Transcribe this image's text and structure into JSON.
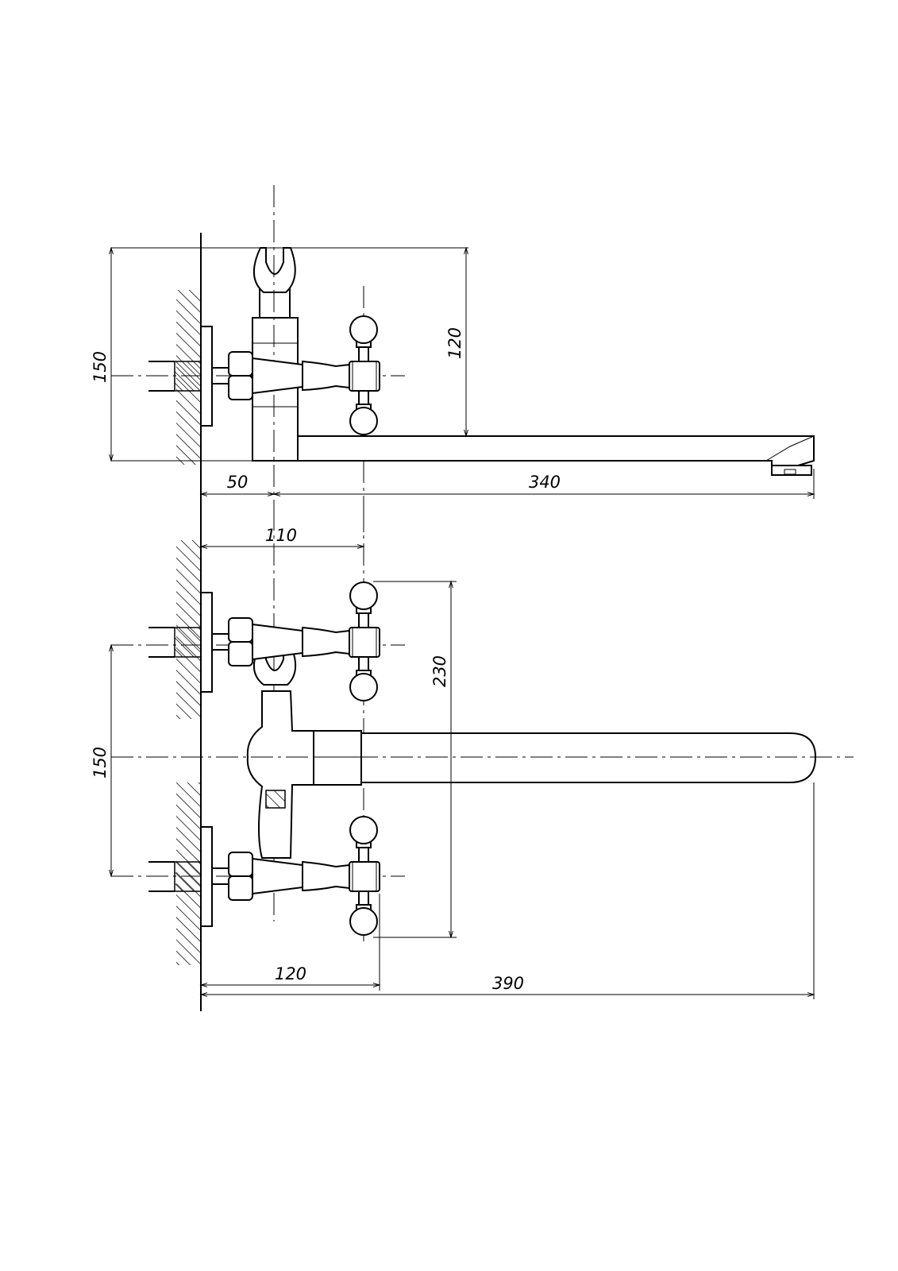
{
  "drawing": {
    "top_view": {
      "dim_height_total": "150",
      "dim_spout_height": "120",
      "dim_wall_offset": "50",
      "dim_spout_length": "340"
    },
    "front_view": {
      "dim_handle_offset": "110",
      "dim_handle_span": "230",
      "dim_inlet_spacing": "150",
      "dim_handle_depth": "120",
      "dim_overall_length": "390"
    }
  }
}
